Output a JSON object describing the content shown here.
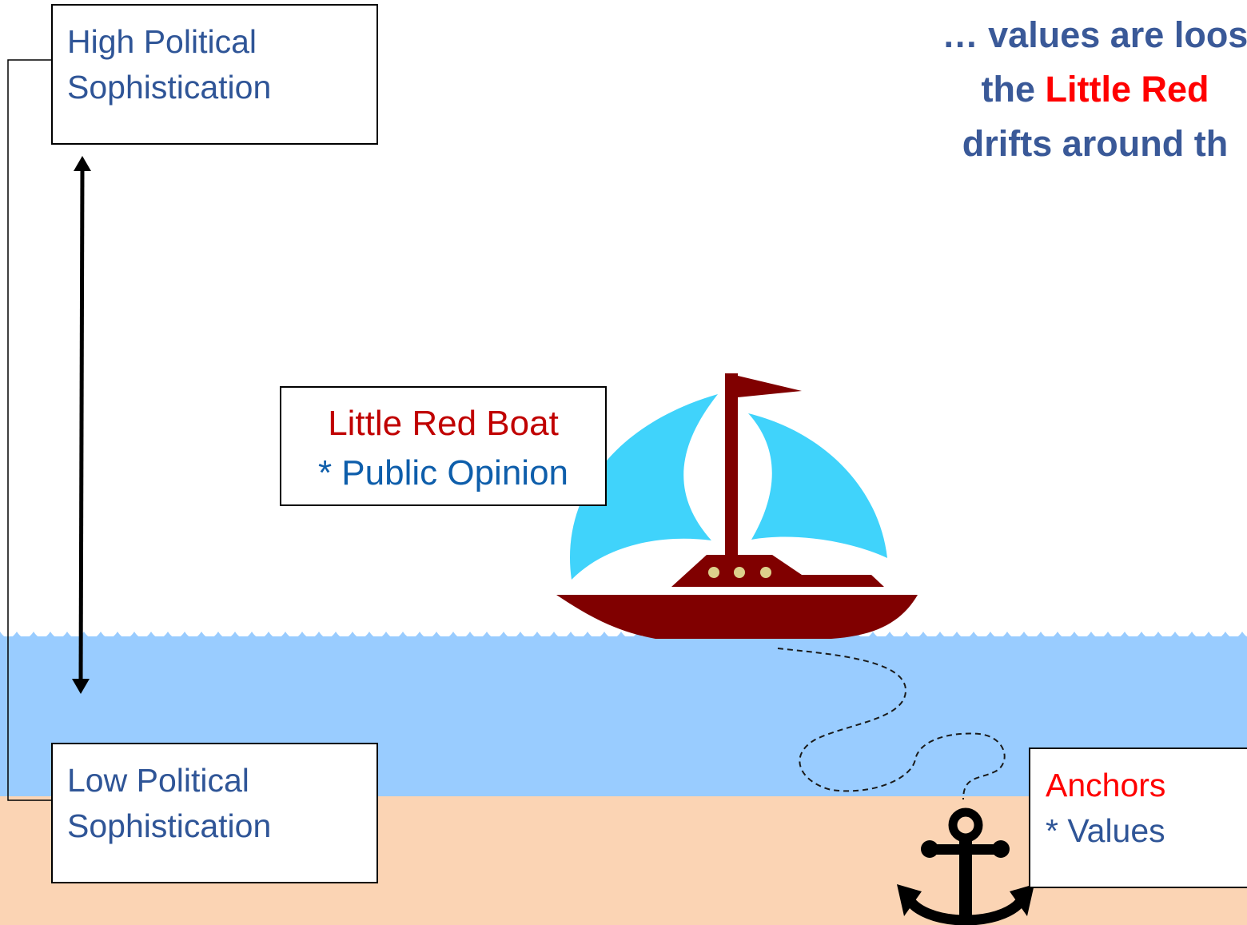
{
  "colors": {
    "sky": "#ffffff",
    "water": "#99ccff",
    "sand": "#fbd4b4",
    "sail": "#40d3fb",
    "hull": "#800000",
    "portholes": "#ddd18c",
    "anchor": "#000000",
    "label_blue": "#2f5597",
    "label_red": "#ff0000",
    "boat_title_red": "#c00000"
  },
  "high_box": {
    "line1": "High Political",
    "line2": "Sophistication"
  },
  "low_box": {
    "line1": "Low Political",
    "line2": "Sophistication"
  },
  "boat_box": {
    "line1": "Little Red Boat",
    "line2": "* Public Opinion"
  },
  "anchor_box": {
    "line1": "Anchors",
    "line2": "* Values"
  },
  "headline": {
    "line1": "… values are loos",
    "line2_pre": "the ",
    "line2_red": "Little Red",
    "line3": "drifts around th"
  },
  "icons": {
    "boat": "sailboat-icon",
    "anchor": "anchor-icon",
    "arrow": "double-arrow-icon",
    "waves": "wave-icon"
  }
}
